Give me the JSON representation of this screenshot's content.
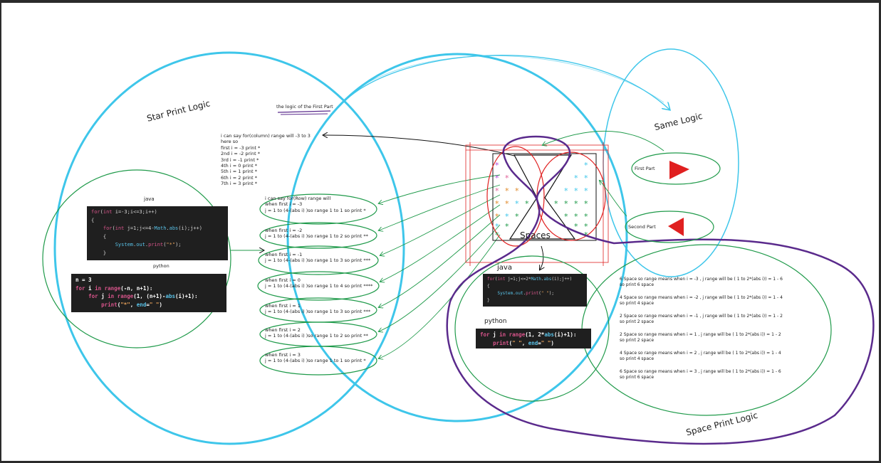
{
  "colors": {
    "blue": "#3ec6ea",
    "green": "#1f9a4a",
    "purple": "#5a2a8c",
    "red": "#e02020",
    "code_bg": "#1f1f1f"
  },
  "left": {
    "title": "Star Print Logic",
    "java_label": "java",
    "python_label": "python",
    "java_code": [
      "for(int i=-3;i<=3;i++)",
      "{",
      "    for(int j=1;j<=4-Math.abs(i);j++)",
      "    {",
      "        System.out.print(\"*\");",
      "    }"
    ],
    "python_code": [
      "n = 3",
      "for i in range(-n, n+1):",
      "    for j in range(1, (n+1)-abs(i)+1):",
      "        print(\"*\", end=\" \")"
    ]
  },
  "middle": {
    "title": "the logic of the First Part",
    "column_notes": [
      "i can say  for(column) range will -3 to 3",
      "here so",
      "first i = -3  print *",
      "2nd   i = -2  print *",
      "3rd   i = -1  print *",
      "4th i =  0  print *",
      "5th i =  1  print *",
      "6th i =  2  print *",
      "7th i =  3  print *"
    ],
    "row_notes": [
      [
        "i can say for(Row) range will",
        "when first i = -3",
        "j = 1 to (4-(abs i) )so range 1 to 1 so print *"
      ],
      [
        "when first i = -2",
        "j = 1 to (4-(abs i) )so range 1 to 2 so print **"
      ],
      [
        "when first i = -1",
        "j = 1 to (4-(abs i) )so range 1 to 3 so print ***"
      ],
      [
        "when first i = 0",
        "j = 1 to (4-(abs i) )so range 1 to 4 so print ****"
      ],
      [
        "when first i = 1",
        "j = 1 to (4-(abs i) )so range 1 to 3 so print ***"
      ],
      [
        "when first i = 2",
        "j = 1 to (4-(abs i) )so range 1 to 2 so print **"
      ],
      [
        "when first i = 3",
        "j = 1 to (4-(abs i) )so range 1 to 1 so print *"
      ]
    ]
  },
  "center": {
    "spaces_label": "Spaces",
    "java_label": "java",
    "python_label": "python",
    "java_code": [
      "for(int j=1;j<=2*Math.abs(i);j++)",
      "{",
      "    System.out.print(\" \");",
      "}"
    ],
    "python_code": [
      "for j in range(1, 2*abs(i)+1):",
      "    print(\" \", end=\" \")"
    ]
  },
  "right": {
    "same_logic_title": "Same Logic",
    "first_part": "First Part",
    "second_part": "Second Part",
    "space_title": "Space Print Logic",
    "space_notes": [
      [
        "6 Space so range means when i = -3 , j range will be ( 1 to 2*(abs i)) = 1 - 6",
        "so print 6 space"
      ],
      [
        "4 Space so range means when i = -2 , j range will be ( 1 to 2*(abs i)) = 1 - 4",
        "so print 4 space"
      ],
      [
        "2 Space so range means when i = -1 , j range will be ( 1 to 2*(abs i)) = 1 - 2",
        "so print 2 space"
      ],
      [
        "2 Space so range means when i = 1 , j range will be ( 1 to 2*(abs i)) = 1 - 2",
        "so print 2 space"
      ],
      [
        "4 Space so range means when i = 2 , j range will be ( 1 to 2*(abs i)) = 1 - 4",
        "so print 4 space"
      ],
      [
        "6 Space so range means when i = 3 , j range will be ( 1 to 2*(abs i)) = 1 - 6",
        "so print 6 space"
      ]
    ]
  }
}
